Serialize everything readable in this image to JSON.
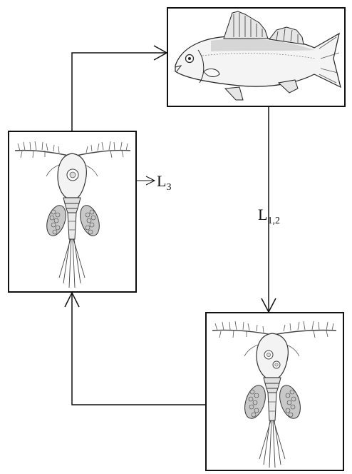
{
  "labels": {
    "l3_main": "L",
    "l3_sub": "3",
    "l12_main": "L",
    "l12_sub": "1,2"
  },
  "nodes": {
    "fish": "fish-host-illustration",
    "copepod_infected": "copepod-with-larva-illustration",
    "copepod_two_larvae": "copepod-with-two-larvae-illustration"
  },
  "colors": {
    "line": "#111111",
    "drawing": "#333333"
  }
}
